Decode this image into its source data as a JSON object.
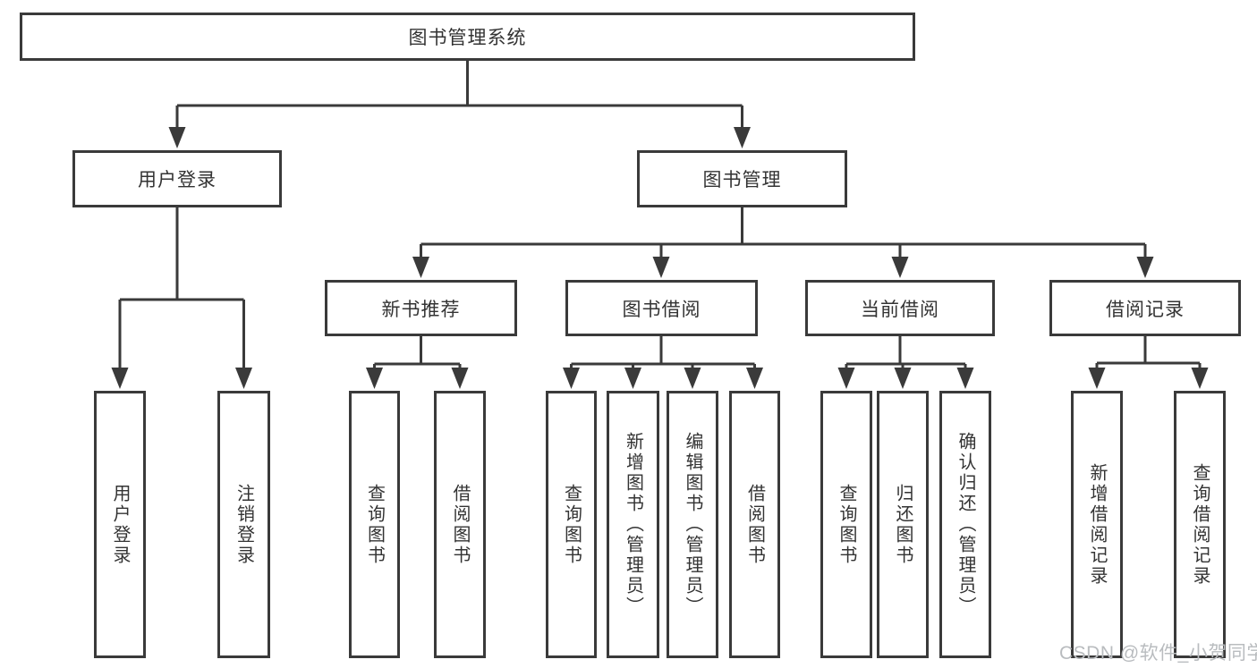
{
  "diagram": {
    "type": "tree",
    "title": "图书管理系统",
    "colors": {
      "line": "#3a3a3a",
      "box_border": "#3a3a3a",
      "box_fill": "#ffffff",
      "text": "#333333",
      "background": "#ffffff",
      "watermark": "#b9bcbf"
    },
    "nodes": {
      "root": {
        "label": "图书管理系统"
      },
      "level2": [
        {
          "label": "用户登录"
        },
        {
          "label": "图书管理"
        }
      ],
      "level3": [
        {
          "label": "新书推荐"
        },
        {
          "label": "图书借阅"
        },
        {
          "label": "当前借阅"
        },
        {
          "label": "借阅记录"
        }
      ],
      "leaves": {
        "user_login": [
          {
            "label": "用户登录"
          },
          {
            "label": "注销登录"
          }
        ],
        "new_book_recommend": [
          {
            "label": "查询图书"
          },
          {
            "label": "借阅图书"
          }
        ],
        "book_borrow": [
          {
            "label": "查询图书"
          },
          {
            "label": "新增图书（管理员）"
          },
          {
            "label": "编辑图书（管理员）"
          },
          {
            "label": "借阅图书"
          }
        ],
        "current_borrow": [
          {
            "label": "查询图书"
          },
          {
            "label": "归还图书"
          },
          {
            "label": "确认归还（管理员）"
          }
        ],
        "borrow_record": [
          {
            "label": "新增借阅记录"
          },
          {
            "label": "查询借阅记录"
          }
        ]
      }
    },
    "watermark": "CSDN @软件_小贺同学"
  }
}
